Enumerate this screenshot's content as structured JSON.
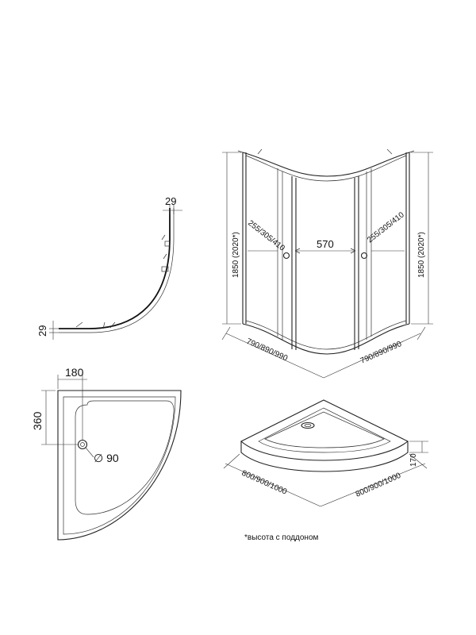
{
  "top_view": {
    "gap_top": "29",
    "gap_left": "29"
  },
  "elevation": {
    "height_left": "1850  (2020*)",
    "height_right": "1850  (2020*)",
    "door_width": "570",
    "panel_left": "255/305/410",
    "panel_right": "255/305/410",
    "base_left": "790/890/990",
    "base_right": "790/890/990"
  },
  "tray_plan": {
    "drain_x": "180",
    "drain_y": "360",
    "drain_diameter": "∅ 90"
  },
  "tray_iso": {
    "height": "170",
    "side_left": "800/900/1000",
    "side_right": "800/900/1000"
  },
  "footnote": "*высота с поддоном"
}
